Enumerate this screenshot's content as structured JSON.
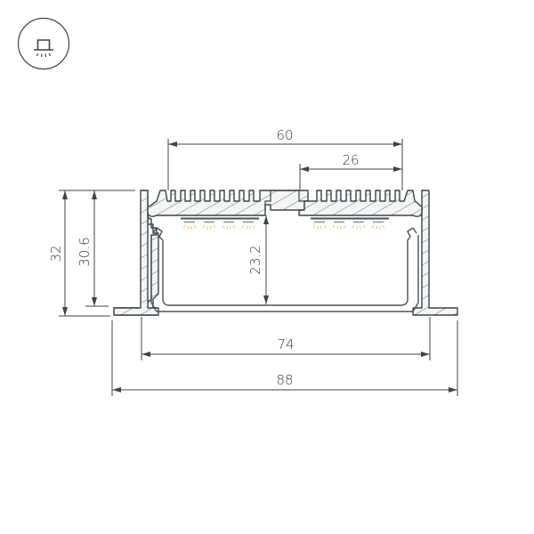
{
  "icon": {
    "name": "recessed-mount-icon",
    "description": "Recessed ceiling mount with downward light"
  },
  "drawing": {
    "type": "aluminium-profile-cross-section",
    "units": "mm",
    "colors": {
      "line": "#3b444a",
      "fill": "#f4f5f5",
      "led_glow": "#f5c96a",
      "text": "#2f3a40"
    },
    "dimensions": {
      "top_width": {
        "label": "60",
        "value": 60
      },
      "top_half_width": {
        "label": "26",
        "value": 26
      },
      "inner_height": {
        "label": "23.2",
        "value": 23.2
      },
      "total_height": {
        "label": "32",
        "value": 32
      },
      "body_height": {
        "label": "30.6",
        "value": 30.6
      },
      "body_width": {
        "label": "74",
        "value": 74
      },
      "flange_width": {
        "label": "88",
        "value": 88
      }
    },
    "led_strips": [
      {
        "side": "left",
        "leds": 4
      },
      {
        "side": "right",
        "leds": 4
      }
    ]
  }
}
